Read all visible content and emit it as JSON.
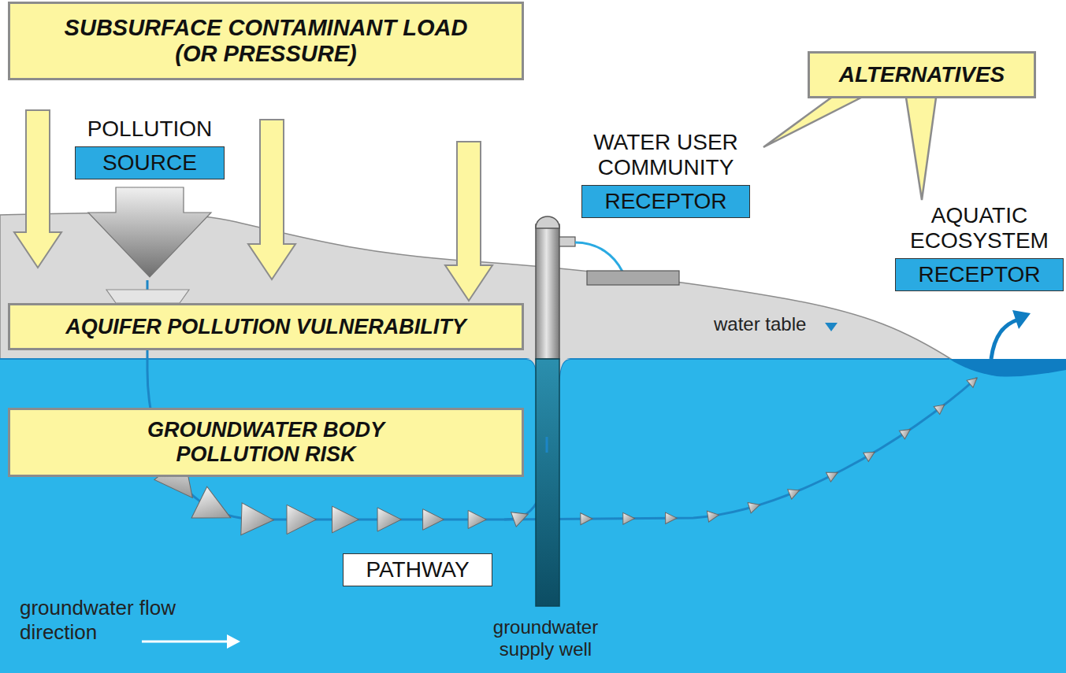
{
  "diagram": {
    "nodes": [
      {
        "text": [
          "SUBSURFACE CONTAMINANT LOAD (OR PRESSURE)"
        ]
      },
      {
        "text": [
          "POLLUTION",
          "SOURCE"
        ]
      },
      {
        "text": [
          "AQUIFER POLLUTION VULNERABILITY"
        ]
      },
      {
        "text": [
          "GROUNDWATER BODY POLLUTION RISK"
        ]
      },
      {
        "text": [
          "PATHWAY"
        ]
      },
      {
        "text": [
          "WATER USER COMMUNITY",
          "RECEPTOR"
        ]
      },
      {
        "text": [
          "ALTERNATIVES"
        ]
      },
      {
        "text": [
          "AQUATIC ECOSYSTEM",
          "RECEPTOR"
        ]
      }
    ],
    "edges": [
      {
        "from": 6,
        "to": 5,
        "arrow": "none"
      },
      {
        "from": 6,
        "to": 7,
        "arrow": "none"
      }
    ],
    "labels": [
      "water table",
      "groundwater flow direction",
      "groundwater supply well"
    ]
  }
}
